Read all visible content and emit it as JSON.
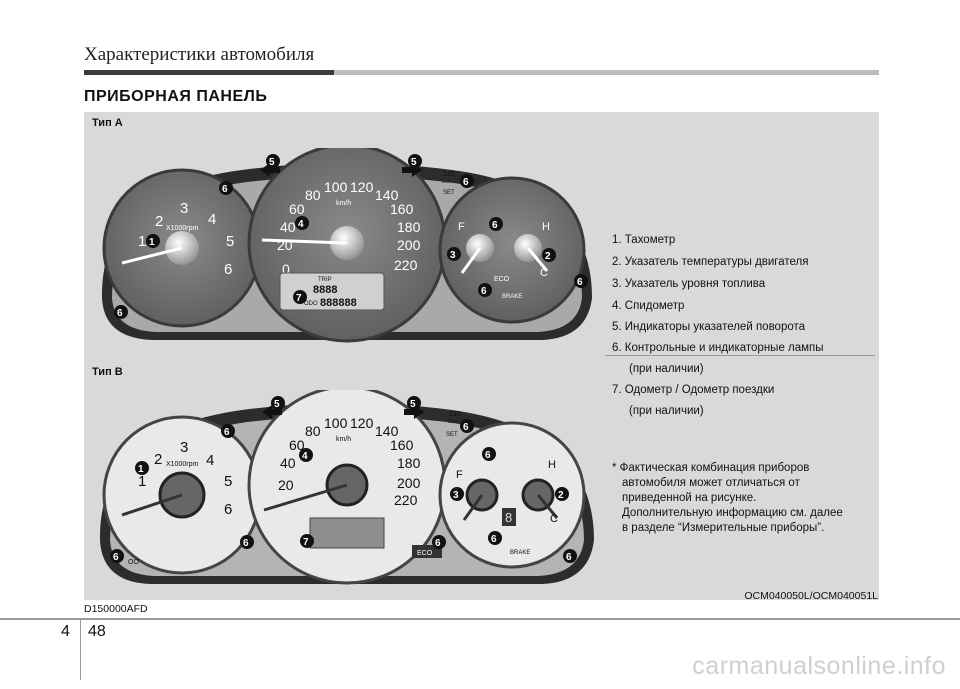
{
  "header": {
    "title": "Характеристики автомобиля"
  },
  "section": {
    "title": "ПРИБОРНАЯ ПАНЕЛЬ"
  },
  "type_a": {
    "label": "Тип А",
    "tach_ticks": [
      "1",
      "2",
      "3",
      "4",
      "5",
      "6"
    ],
    "tach_unit": "X1000rpm",
    "speed_ticks": [
      "0",
      "20",
      "40",
      "60",
      "80",
      "100",
      "120",
      "140",
      "160",
      "180",
      "200",
      "220"
    ],
    "speed_unit": "km/h",
    "odo_digits": "888888",
    "trip_digits": "8888",
    "trip_label": "TRIP",
    "odo_label": "ODO",
    "gauge_f": "F",
    "gauge_c": "C",
    "gauge_h": "H",
    "eco_label": "ECO",
    "brake_label": "BRAKE",
    "set_label": "SET",
    "cruise_speed": "120",
    "cruise_unit": "km/h"
  },
  "type_b": {
    "label": "Тип B",
    "tach_ticks": [
      "1",
      "2",
      "3",
      "4",
      "5",
      "6"
    ],
    "tach_unit": "X1000rpm",
    "speed_ticks": [
      "20",
      "40",
      "60",
      "80",
      "100",
      "120",
      "140",
      "160",
      "180",
      "200",
      "220"
    ],
    "speed_unit": "km/h",
    "gauge_f": "F",
    "gauge_c": "C",
    "gauge_h": "H",
    "eco_label": "ECO",
    "brake_label": "BRAKE",
    "set_label": "SET",
    "cruise_speed": "120",
    "cruise_unit": "km/h",
    "gear_digit": "8",
    "oo_label": "OO"
  },
  "callouts": [
    "1",
    "2",
    "3",
    "4",
    "5",
    "6",
    "7"
  ],
  "legend": {
    "items": [
      "1. Тахометр",
      "2. Указатель температуры двигателя",
      "3. Указатель уровня топлива",
      "4. Спидометр",
      "5. Индикаторы указателей поворота",
      "6. Контрольные и индикаторные лампы",
      "(при наличии)",
      "7. Одометр / Одометр поездки",
      "(при наличии)"
    ],
    "note": [
      "* Фактическая комбинация приборов",
      "автомобиля может отличаться от",
      "приведенной на рисунке.",
      "Дополнительную информацию см. далее",
      "в разделе “Измерительные приборы”."
    ]
  },
  "figure_codes": {
    "left": "D150000AFD",
    "right": "OCM040050L/OCM040051L"
  },
  "footer": {
    "chapter": "4",
    "page": "48"
  },
  "watermark": "carmanualsonline.info"
}
